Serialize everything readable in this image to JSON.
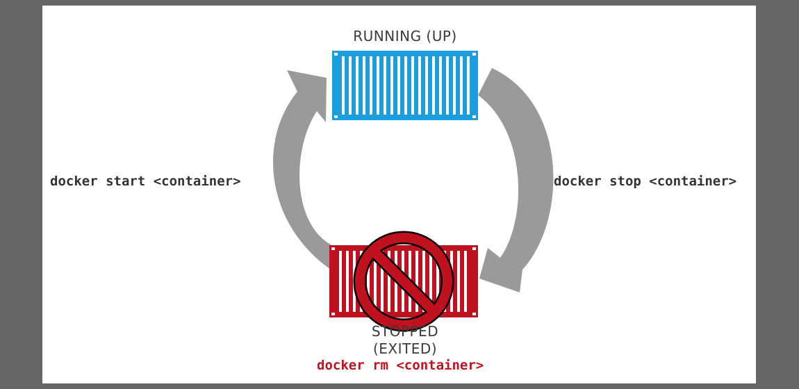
{
  "states": {
    "running": {
      "label": "RUNNING (UP)",
      "color": "#1a9ee0",
      "icon": "shipping-container-icon"
    },
    "stopped": {
      "line1": "STOPPED",
      "line2": "(EXITED)",
      "color": "#c0111f",
      "icon": "shipping-container-icon"
    }
  },
  "commands": {
    "start": "docker start <container>",
    "stop": "docker stop <container>",
    "rm": "docker rm <container>"
  },
  "colors": {
    "arrow": "#9a9a9a",
    "rm_command": "#c0111f",
    "prohibition": "#c0111f",
    "background": "#666666",
    "panel": "#ffffff"
  },
  "icons": {
    "arrow_stop": "curved-arrow-down-icon",
    "arrow_start": "curved-arrow-up-icon",
    "prohibition": "no-entry-icon"
  }
}
